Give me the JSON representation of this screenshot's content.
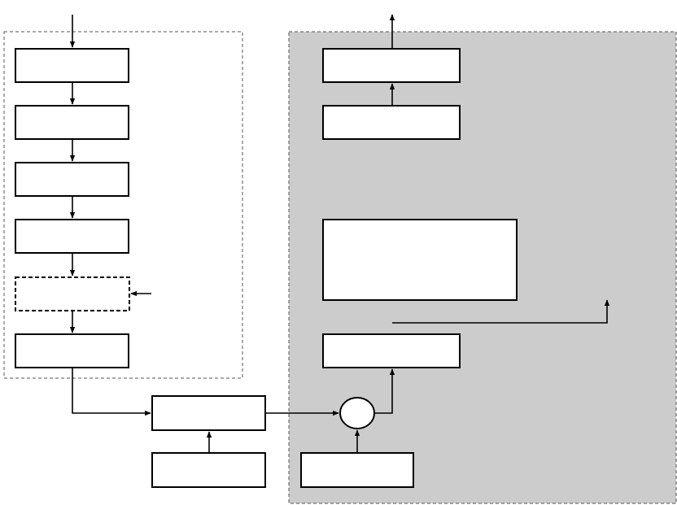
{
  "colors": {
    "page_background": "#ffffff",
    "region_shade": "#cccccc",
    "stroke": "#000000",
    "node_fill": "#ffffff"
  },
  "regions": [
    {
      "id": "left-group",
      "style": "dashed-outline",
      "fill": "none"
    },
    {
      "id": "right-group",
      "style": "dashed-outline",
      "fill": "#cccccc"
    }
  ],
  "nodes": [
    {
      "id": "L1",
      "shape": "rect",
      "label": ""
    },
    {
      "id": "L2",
      "shape": "rect",
      "label": ""
    },
    {
      "id": "L3",
      "shape": "rect",
      "label": ""
    },
    {
      "id": "L4",
      "shape": "rect",
      "label": ""
    },
    {
      "id": "L5",
      "shape": "rect-dashed",
      "label": ""
    },
    {
      "id": "L6",
      "shape": "rect",
      "label": ""
    },
    {
      "id": "M1",
      "shape": "rect",
      "label": ""
    },
    {
      "id": "M2",
      "shape": "rect",
      "label": ""
    },
    {
      "id": "J",
      "shape": "circle",
      "label": ""
    },
    {
      "id": "B1",
      "shape": "rect",
      "label": ""
    },
    {
      "id": "R1",
      "shape": "rect",
      "label": ""
    },
    {
      "id": "R2",
      "shape": "rect",
      "label": ""
    },
    {
      "id": "R3",
      "shape": "rect",
      "label": ""
    },
    {
      "id": "R4",
      "shape": "rect",
      "label": ""
    }
  ],
  "edges": [
    {
      "from": "input",
      "to": "L1"
    },
    {
      "from": "L1",
      "to": "L2"
    },
    {
      "from": "L2",
      "to": "L3"
    },
    {
      "from": "L3",
      "to": "L4"
    },
    {
      "from": "L4",
      "to": "L5"
    },
    {
      "from": "external",
      "to": "L5"
    },
    {
      "from": "L5",
      "to": "L6"
    },
    {
      "from": "L6",
      "to": "M1"
    },
    {
      "from": "M2",
      "to": "M1"
    },
    {
      "from": "M1",
      "to": "J"
    },
    {
      "from": "B1",
      "to": "J"
    },
    {
      "from": "J",
      "to": "R4"
    },
    {
      "from": "R4-branch",
      "to": "output-right"
    },
    {
      "from": "R2",
      "to": "R1"
    },
    {
      "from": "R1",
      "to": "output-top"
    }
  ]
}
